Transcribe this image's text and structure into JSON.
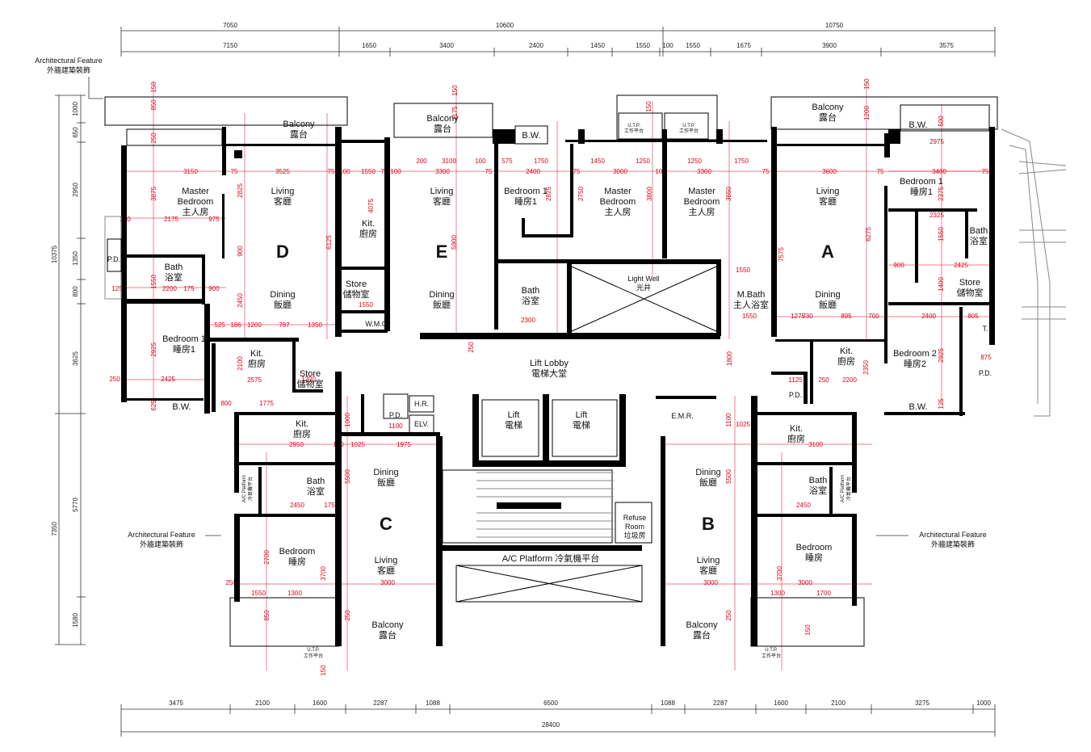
{
  "dims_top_outer": [
    "7050",
    "10600",
    "10750"
  ],
  "dims_top_inner": [
    "7150",
    "1650",
    "3400",
    "2400",
    "1450",
    "1550",
    "100",
    "1550",
    "1675",
    "3900",
    "3575"
  ],
  "dims_bottom_inner": [
    "3475",
    "2100",
    "1600",
    "2287",
    "1088",
    "6500",
    "1088",
    "2287",
    "1600",
    "2100",
    "3275",
    "1000"
  ],
  "dims_bottom_total": "28400",
  "dims_left_outer": [
    "10375",
    "7350"
  ],
  "dims_left_inner": [
    "1000",
    "650",
    "2950",
    "1350",
    "800",
    "3625",
    "5770",
    "1580"
  ],
  "arch_feature": {
    "en": "Architectural Feature",
    "zh": "外牆建築裝飾"
  },
  "unit_letters": {
    "a": "A",
    "b": "B",
    "c": "C",
    "d": "D",
    "e": "E"
  },
  "rooms": {
    "balcony_en": "Balcony",
    "balcony_zh": "露台",
    "master_en": "Master",
    "bedroom_en": "Bedroom",
    "master_zh": "主人房",
    "living_en": "Living",
    "living_zh": "客廳",
    "dining_en": "Dining",
    "dining_zh": "飯廳",
    "bath_en": "Bath",
    "bath_zh": "浴室",
    "bedroom1_en": "Bedroom 1",
    "bedroom1_zh": "睡房1",
    "bedroom2_en": "Bedroom 2",
    "bedroom2_zh": "睡房2",
    "bedroom_zh": "睡房",
    "kit_en": "Kit.",
    "kit_zh": "廚房",
    "store_en": "Store",
    "store_zh": "儲物室",
    "bw": "B.W.",
    "pd": "P.D.",
    "wmc": "W.M.C.",
    "hr": "H.R.",
    "elv": "ELV.",
    "emr": "E.M.R.",
    "utp_en": "U.T.P.",
    "utp_zh": "工作平台",
    "mbath_en": "M.Bath",
    "mbath_zh": "主人浴室",
    "lightwell_en": "Light Well",
    "lightwell_zh": "光井",
    "lift_en": "Lift",
    "lift_zh": "電梯",
    "lobby_en": "Lift Lobby",
    "lobby_zh": "電梯大堂",
    "refuse_en1": "Refuse",
    "refuse_en2": "Room",
    "refuse_zh": "垃圾房",
    "ac_platform": "A/C Platform 冷氣機平台",
    "ac_side": "A/C Platform",
    "ac_side_zh": "冷氣機平台",
    "t": "T."
  },
  "colors": {
    "red": "#e0001a",
    "wall": "#000000"
  }
}
